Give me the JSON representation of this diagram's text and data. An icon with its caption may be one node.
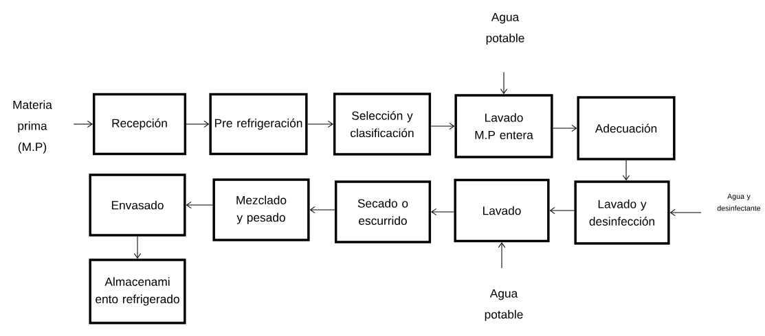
{
  "diagram": {
    "nodes": [
      {
        "text": [
          "Materia prima (M.P)"
        ]
      },
      {
        "text": [
          "Recepción"
        ]
      },
      {
        "text": [
          "Pre refrigeración"
        ]
      },
      {
        "text": [
          "Selección y clasificación"
        ]
      },
      {
        "text": [
          "Lavado M.P entera"
        ]
      },
      {
        "text": [
          "Adecuación"
        ]
      },
      {
        "text": [
          "Agua potable"
        ]
      },
      {
        "text": [
          "Lavado y desinfección"
        ]
      },
      {
        "text": [
          "Agua y desinfectante"
        ]
      },
      {
        "text": [
          "Lavado"
        ]
      },
      {
        "text": [
          "Agua potable"
        ]
      },
      {
        "text": [
          "Secado o escurrido"
        ]
      },
      {
        "text": [
          "Mezclado y pesado"
        ]
      },
      {
        "text": [
          "Envasado"
        ]
      },
      {
        "text": [
          "Almacenami ento refrigerado"
        ]
      }
    ],
    "edges": [
      {
        "from": 0,
        "to": 1,
        "arrow": "to"
      },
      {
        "from": 1,
        "to": 2,
        "arrow": "to"
      },
      {
        "from": 2,
        "to": 3,
        "arrow": "to"
      },
      {
        "from": 3,
        "to": 4,
        "arrow": "to"
      },
      {
        "from": 6,
        "to": 4,
        "arrow": "to"
      },
      {
        "from": 4,
        "to": 5,
        "arrow": "to"
      },
      {
        "from": 5,
        "to": 7,
        "arrow": "to"
      },
      {
        "from": 8,
        "to": 7,
        "arrow": "to"
      },
      {
        "from": 7,
        "to": 9,
        "arrow": "to"
      },
      {
        "from": 10,
        "to": 9,
        "arrow": "to"
      },
      {
        "from": 9,
        "to": 11,
        "arrow": "to"
      },
      {
        "from": 11,
        "to": 12,
        "arrow": "to"
      },
      {
        "from": 12,
        "to": 13,
        "arrow": "to"
      },
      {
        "from": 13,
        "to": 14,
        "arrow": "to"
      }
    ]
  }
}
